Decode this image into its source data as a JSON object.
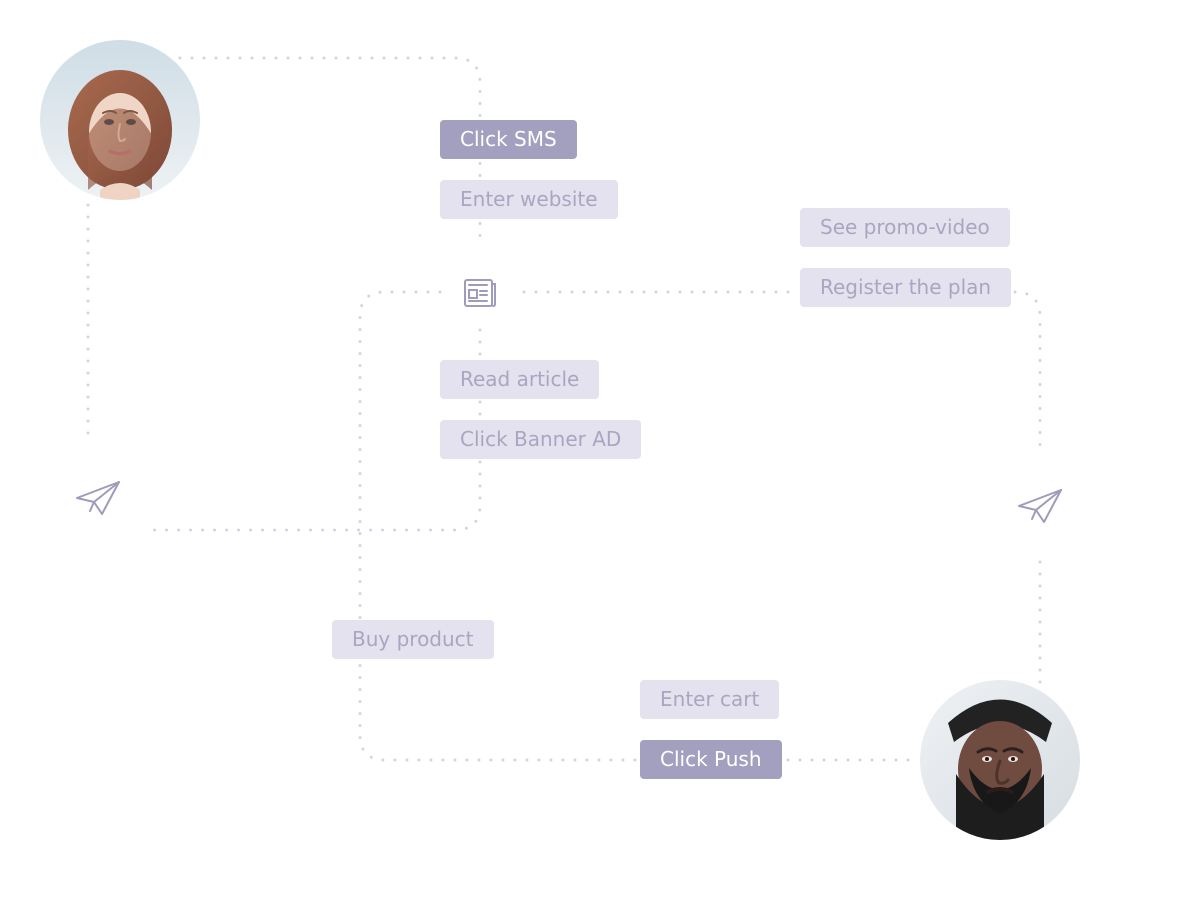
{
  "diagram": {
    "steps": [
      {
        "id": "click-sms",
        "label": "Click SMS",
        "active": true
      },
      {
        "id": "enter-website",
        "label": "Enter website",
        "active": false
      },
      {
        "id": "see-promo-video",
        "label": "See promo-video",
        "active": false
      },
      {
        "id": "register-the-plan",
        "label": "Register the plan",
        "active": false
      },
      {
        "id": "read-article",
        "label": "Read article",
        "active": false
      },
      {
        "id": "click-banner-ad",
        "label": "Click Banner AD",
        "active": false
      },
      {
        "id": "buy-product",
        "label": "Buy product",
        "active": false
      },
      {
        "id": "enter-cart",
        "label": "Enter cart",
        "active": false
      },
      {
        "id": "click-push",
        "label": "Click Push",
        "active": true
      }
    ],
    "icons": {
      "left_send": "paper-plane-icon",
      "right_send": "paper-plane-icon",
      "news": "newspaper-icon"
    },
    "avatars": {
      "top_left": "woman-avatar",
      "bottom_right": "man-avatar"
    },
    "colors": {
      "dotted_path": "#d4d3e3",
      "tag_background": "#e4e2ee",
      "tag_text": "#a9a6c1",
      "active_tag_background": "#a29fbf",
      "active_tag_text": "#ffffff",
      "icon_stroke": "#9e9bbb"
    }
  }
}
